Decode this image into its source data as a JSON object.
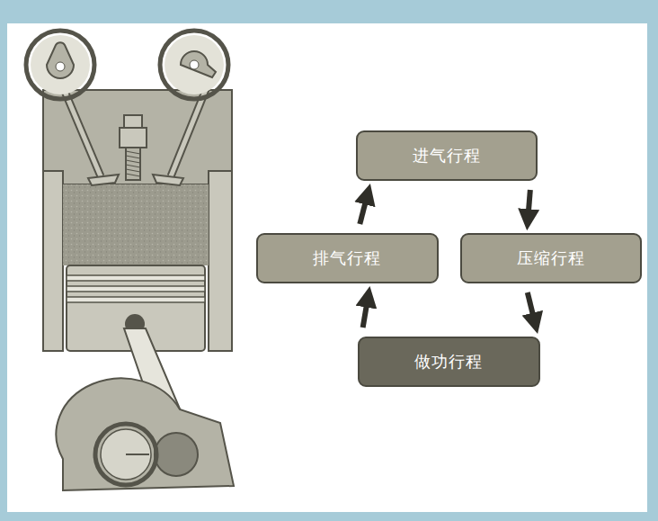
{
  "diagram": {
    "nodes": [
      {
        "text": [
          "进气行程"
        ]
      },
      {
        "text": [
          "压缩行程"
        ]
      },
      {
        "text": [
          "做功行程"
        ]
      },
      {
        "text": [
          "排气行程"
        ]
      }
    ],
    "edges": [
      {
        "from": 0,
        "to": 1,
        "arrow": "to"
      },
      {
        "from": 1,
        "to": 2,
        "arrow": "to"
      },
      {
        "from": 2,
        "to": 3,
        "arrow": "to"
      },
      {
        "from": 3,
        "to": 0,
        "arrow": "to"
      }
    ]
  }
}
